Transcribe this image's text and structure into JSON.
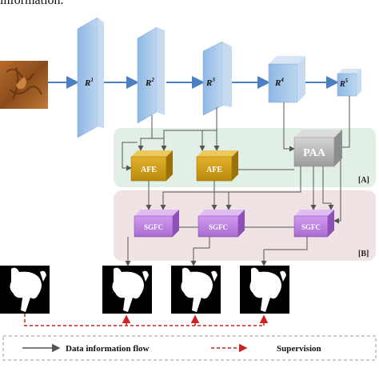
{
  "top_text": "information.",
  "stages": [
    {
      "base": "R",
      "sup": "1"
    },
    {
      "base": "R",
      "sup": "2"
    },
    {
      "base": "R",
      "sup": "3"
    },
    {
      "base": "R",
      "sup": "4"
    },
    {
      "base": "R",
      "sup": "5"
    }
  ],
  "modules": {
    "afe_label": "AFE",
    "paa_label": "PAA",
    "sgfc_label": "SGFC"
  },
  "regions": {
    "a_label": "[A]",
    "b_label": "[B]"
  },
  "legend": {
    "flow_label": "Data information flow",
    "supervision_label": "Supervision"
  },
  "colors": {
    "stage_face": "#a9c9ea",
    "stage_side": "#c9dcf1",
    "afe_face": "#d4a017",
    "afe_top": "#e9c75a",
    "afe_side": "#a77a0c",
    "paa_face": "#b8b8b8",
    "sgfc_face": "#c58be6",
    "sgfc_top": "#dcb6f2",
    "sgfc_side": "#9a5bc0",
    "region_a": "#e4efe6",
    "region_b": "#efe3e4",
    "flow_arrow": "#555555",
    "stage_arrow": "#4a7fc1",
    "supervision": "#cc2222"
  }
}
